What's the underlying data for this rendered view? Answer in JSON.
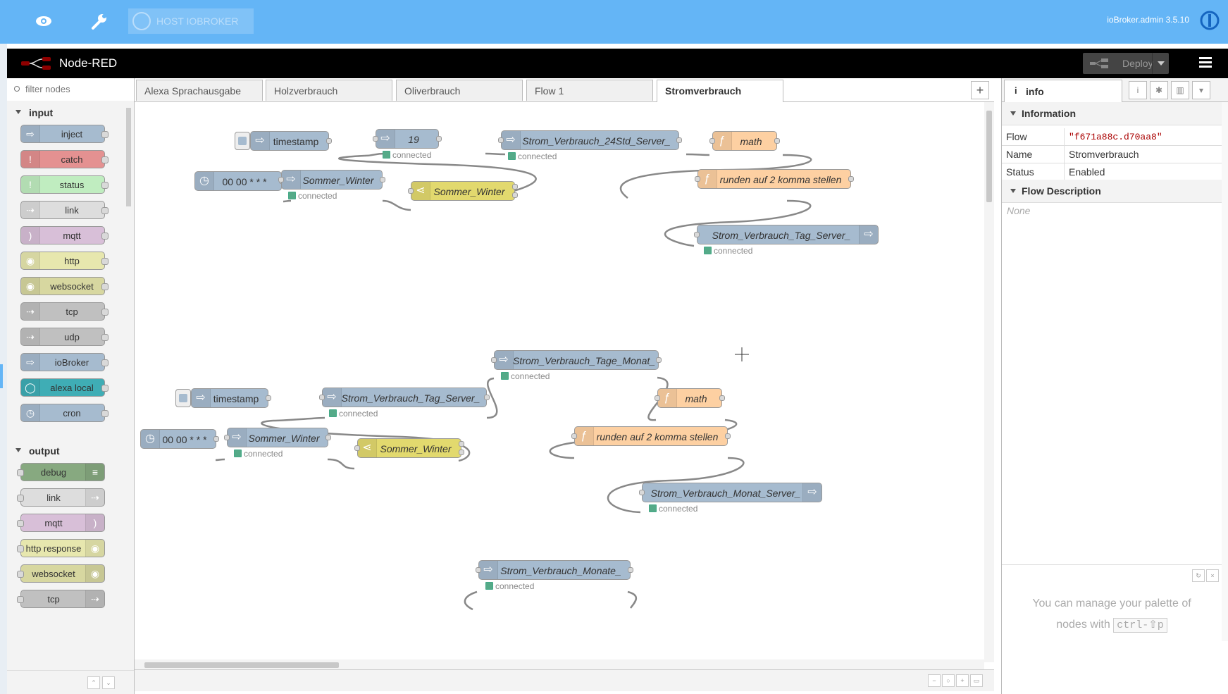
{
  "iobroker": {
    "host_label": "HOST IOBROKER",
    "version_label": "ioBroker.admin 3.5.10"
  },
  "nodered": {
    "title": "Node-RED",
    "deploy_label": "Deploy"
  },
  "palette": {
    "filter_placeholder": "filter nodes",
    "categories": [
      {
        "label": "input",
        "nodes": [
          {
            "label": "inject",
            "color": "#a6bbcf"
          },
          {
            "label": "catch",
            "color": "#e49191"
          },
          {
            "label": "status",
            "color": "#c0edc0"
          },
          {
            "label": "link",
            "color": "#dddddd"
          },
          {
            "label": "mqtt",
            "color": "#d8bfd8"
          },
          {
            "label": "http",
            "color": "#e7e7ae"
          },
          {
            "label": "websocket",
            "color": "#d7d7a0"
          },
          {
            "label": "tcp",
            "color": "#c0c0c0"
          },
          {
            "label": "udp",
            "color": "#c0c0c0"
          },
          {
            "label": "ioBroker",
            "color": "#a6bbcf"
          },
          {
            "label": "alexa local",
            "color": "#3fadb5"
          },
          {
            "label": "cron",
            "color": "#a6bbcf"
          }
        ]
      },
      {
        "label": "output",
        "nodes": [
          {
            "label": "debug",
            "color": "#87a980"
          },
          {
            "label": "link",
            "color": "#dddddd"
          },
          {
            "label": "mqtt",
            "color": "#d8bfd8"
          },
          {
            "label": "http response",
            "color": "#e7e7ae"
          },
          {
            "label": "websocket",
            "color": "#d7d7a0"
          },
          {
            "label": "tcp",
            "color": "#c0c0c0"
          }
        ]
      }
    ]
  },
  "tabs": [
    {
      "label": "Alexa Sprachausgabe",
      "active": false
    },
    {
      "label": "Holzverbrauch",
      "active": false
    },
    {
      "label": "Oliverbrauch",
      "active": false
    },
    {
      "label": "Flow 1",
      "active": false
    },
    {
      "label": "Stromverbrauch",
      "active": true
    }
  ],
  "flow": {
    "nodes": [
      {
        "id": "n1",
        "label": "timestamp",
        "type": "inject"
      },
      {
        "id": "n2",
        "label": "19",
        "type": "iob-in",
        "status": "connected"
      },
      {
        "id": "n3",
        "label": "Strom_Verbrauch_24Std_Server_",
        "type": "iob-in",
        "status": "connected"
      },
      {
        "id": "n4",
        "label": "math",
        "type": "function"
      },
      {
        "id": "n5",
        "label": "00 00 * * *",
        "type": "cron"
      },
      {
        "id": "n6",
        "label": "Sommer_Winter",
        "type": "iob-in",
        "status": "connected"
      },
      {
        "id": "n7",
        "label": "Sommer_Winter",
        "type": "switch"
      },
      {
        "id": "n8",
        "label": "runden auf 2 komma stellen",
        "type": "function"
      },
      {
        "id": "n9",
        "label": "Strom_Verbrauch_Tag_Server_",
        "type": "iob-out",
        "status": "connected"
      },
      {
        "id": "n10",
        "label": "Strom_Verbrauch_Tage_Monat_",
        "type": "iob-in",
        "status": "connected"
      },
      {
        "id": "n11",
        "label": "timestamp",
        "type": "inject"
      },
      {
        "id": "n12",
        "label": "Strom_Verbrauch_Tag_Server_",
        "type": "iob-in",
        "status": "connected"
      },
      {
        "id": "n13",
        "label": "math",
        "type": "function"
      },
      {
        "id": "n14",
        "label": "00 00 * * *",
        "type": "cron"
      },
      {
        "id": "n15",
        "label": "Sommer_Winter",
        "type": "iob-in",
        "status": "connected"
      },
      {
        "id": "n16",
        "label": "Sommer_Winter",
        "type": "switch"
      },
      {
        "id": "n17",
        "label": "runden auf 2 komma stellen",
        "type": "function"
      },
      {
        "id": "n18",
        "label": "Strom_Verbrauch_Monat_Server_",
        "type": "iob-out",
        "status": "connected"
      },
      {
        "id": "n19",
        "label": "Strom_Verbrauch_Monate_",
        "type": "iob-in",
        "status": "connected"
      }
    ],
    "colors": {
      "iobroker": "#a6bbcf",
      "function": "#fdd0a2",
      "switch": "#e2d96e",
      "cron": "#a6bbcf"
    }
  },
  "sidebar": {
    "tab_label": "info",
    "info_section": "Information",
    "props": [
      {
        "key": "Flow",
        "value": "\"f671a88c.d70aa8\""
      },
      {
        "key": "Name",
        "value": "Stromverbrauch"
      },
      {
        "key": "Status",
        "value": "Enabled"
      }
    ],
    "desc_section": "Flow Description",
    "desc_none": "None",
    "tip_text": "You can manage your palette of nodes with",
    "tip_key": "ctrl-⇧p"
  }
}
